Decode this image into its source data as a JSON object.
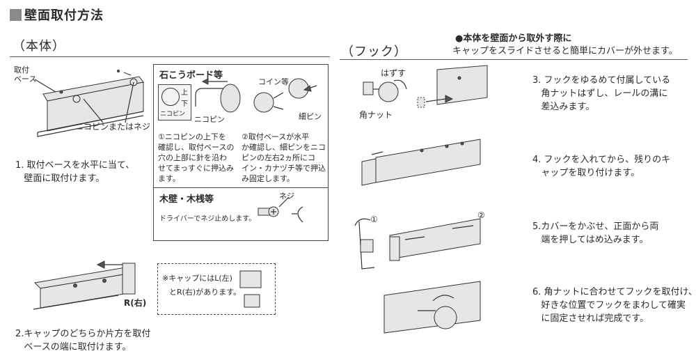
{
  "page": {
    "title": "壁面取付方法",
    "section_main": "（本体）",
    "section_hook": "（フック）",
    "note_title": "●本体を壁面から取外す際に",
    "note_body": "キャップをスライドさせると簡単にカバーが外せます。"
  },
  "fig1": {
    "label_base": "取付\nベース",
    "label_pins": "ニコピンまたはネジ"
  },
  "steps": {
    "s1": "1. 取付ベースを水平に当て、\n   壁面に取付けます。",
    "s2": "2.キャップのどちらか片方を取付\n   ベースの端に取付けます。",
    "s3": "3. フックをゆるめて付属している\n   角ナットはずし、レールの溝に\n   差込みます。",
    "s4": "4. フックを入れてから、残りのキ\n   ャップを取り付けます。",
    "s5": "5.カバーをかぶせ、正面から両\n   端を押してはめ込みます。",
    "s6": "6. 角ナットに合わせてフックを取付け、\n   好きな位置でフックをまわして確実\n   に固定させれば完成です。"
  },
  "gypsum": {
    "heading": "石こうボード等",
    "label_nikopin": "ニコピン",
    "label_coin": "コイン等",
    "label_pin": "細ピン",
    "face_top": "上",
    "face_bottom": "下",
    "face_name": "ニコピン",
    "text1": "①ニコピンの上下を\n確認し、取付ベースの\n穴の上部に針を沿わ\nせてまっすぐに押込み\nます。",
    "text2": "②取付ベースが水平\nか確認し、細ピンをニコ\nピンの左右2ヵ所にコ\nイン・カナヅチ等で押込\nみ固定します。"
  },
  "wood": {
    "heading": "木壁・木桟等",
    "label_screw": "ネジ",
    "text": "ドライバーでネジ止めします。"
  },
  "cap_note": {
    "line1": "※キャップにはL(左)",
    "line2": "とR(右)があります。",
    "r_label": "R(右)"
  },
  "hook_fig": {
    "label_remove": "はずす",
    "label_nut": "角ナット",
    "num1": "①",
    "num2": "②"
  }
}
